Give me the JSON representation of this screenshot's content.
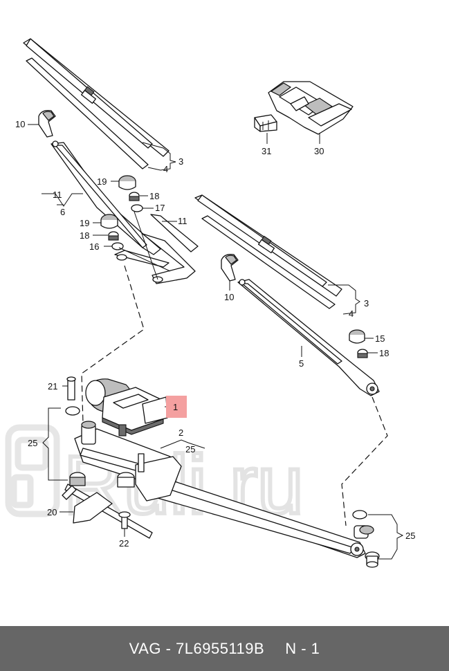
{
  "watermark": {
    "text": "Ruli.ru"
  },
  "callouts": {
    "c10a": "10",
    "c3a": "3",
    "c4a": "4",
    "c19a": "19",
    "c18a": "18",
    "c17": "17",
    "c11a": "11",
    "c6": "6",
    "c11b": "11",
    "c19b": "19",
    "c18b": "18",
    "c16": "16",
    "c31": "31",
    "c30": "30",
    "c10b": "10",
    "c3b": "3",
    "c4b": "4",
    "c15": "15",
    "c18c": "18",
    "c5": "5",
    "c21": "21",
    "c1": "1",
    "c2": "2",
    "c25a": "25",
    "c25b": "25",
    "c20": "20",
    "c22": "22",
    "c25c": "25"
  },
  "highlight": {
    "color": "#f4a0a0",
    "part": "1"
  },
  "footer": {
    "brand": "VAG",
    "separator": "-",
    "part_number": "7L6955119B",
    "position": "N - 1"
  }
}
